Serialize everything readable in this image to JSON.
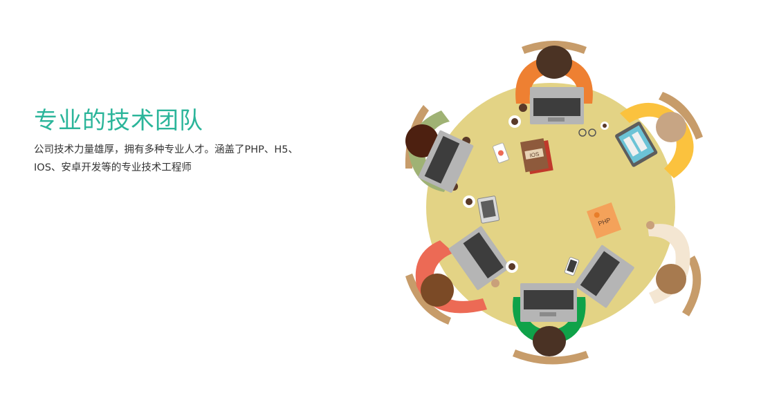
{
  "section": {
    "title": "专业的技术团队",
    "description_lines": [
      "公司技术力量雄厚，拥有多种专业人才。涵盖了PHP、H5、",
      "IOS、安卓开发等的专业技术工程师"
    ]
  },
  "illustration": {
    "book_labels": {
      "ios": "IOS",
      "php": "PHP"
    },
    "colors": {
      "title": "#2bb59a",
      "table": "#e3d385",
      "chair": "#c79c6a",
      "laptop": "#9a9a9a",
      "keyboard": "#3d3d3d",
      "person_orange": "#ee8032",
      "person_yellow": "#fbc23e",
      "person_cream": "#f4e6d2",
      "person_green": "#0fa249",
      "person_red": "#ec6a55",
      "person_sage": "#9fb274"
    }
  }
}
